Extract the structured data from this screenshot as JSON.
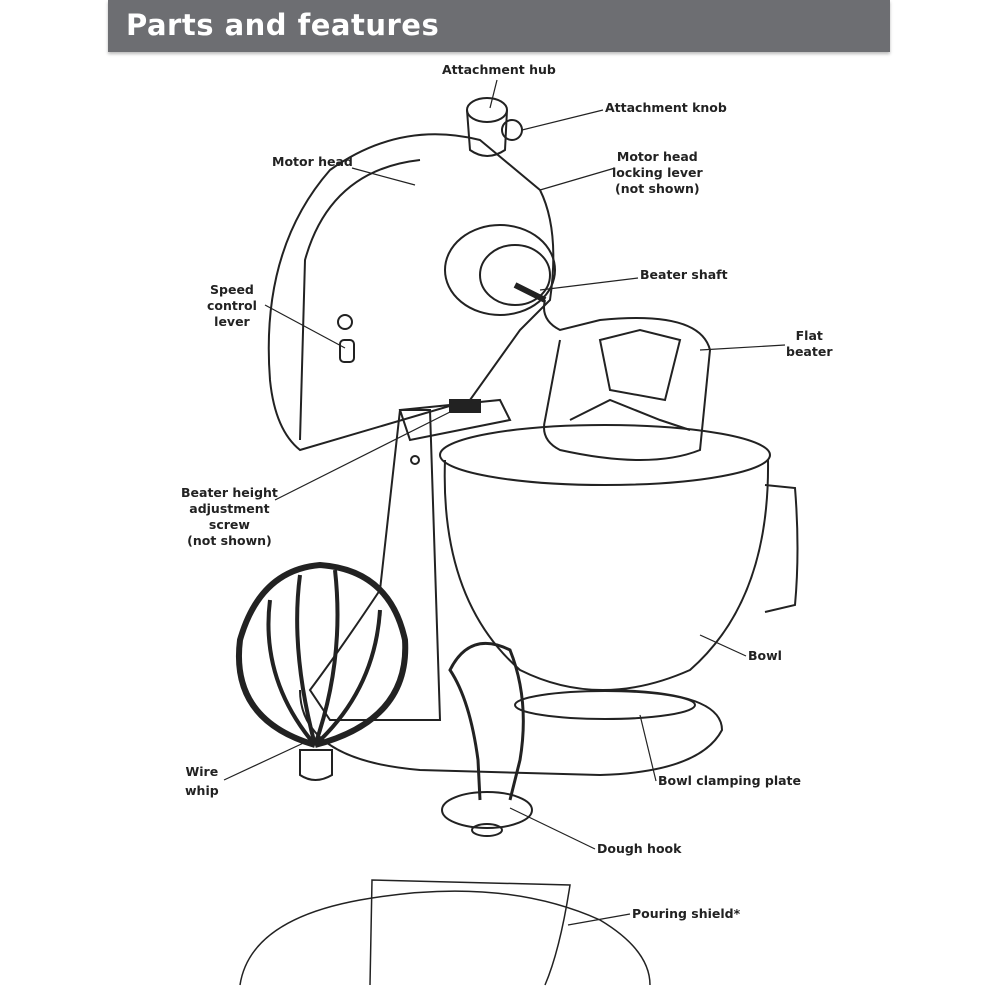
{
  "header": {
    "title": "Parts and features"
  },
  "labels": {
    "attachment_hub": "Attachment hub",
    "attachment_knob": "Attachment knob",
    "motor_head": "Motor head",
    "locking_lever": [
      "Motor head",
      "locking lever",
      "(not shown)"
    ],
    "speed_control": [
      "Speed",
      "control",
      "lever"
    ],
    "beater_shaft": "Beater shaft",
    "flat_beater": [
      "Flat",
      "beater"
    ],
    "height_screw": [
      "Beater height",
      "adjustment",
      "screw",
      "(not shown)"
    ],
    "bowl": "Bowl",
    "wire_whip": [
      "Wire",
      "whip"
    ],
    "bowl_plate": "Bowl clamping plate",
    "dough_hook": "Dough hook",
    "pouring_shield": "Pouring shield*"
  }
}
